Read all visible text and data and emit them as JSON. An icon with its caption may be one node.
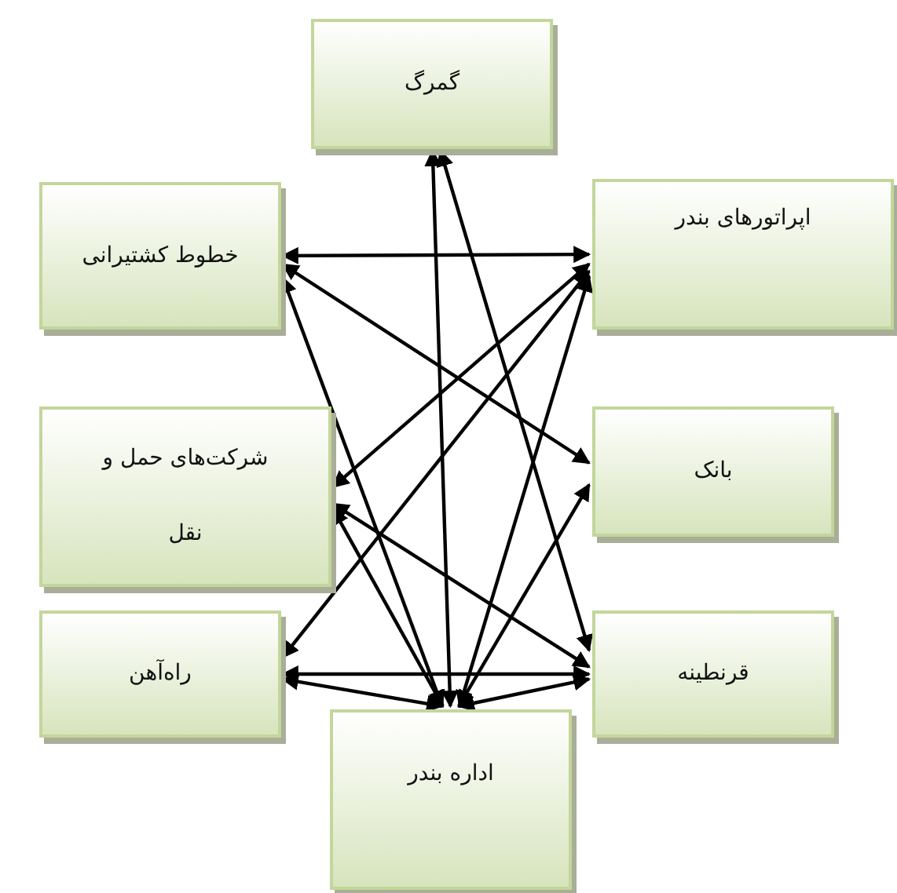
{
  "diagram": {
    "nodes": [
      {
        "text": [
          "گمرگ"
        ]
      },
      {
        "text": [
          "خطوط کشتیرانی"
        ]
      },
      {
        "text": [
          "اپراتورهای بندر"
        ]
      },
      {
        "text": [
          "شرکت‌های حمل و نقل"
        ]
      },
      {
        "text": [
          "بانک"
        ]
      },
      {
        "text": [
          "راه‌آهن"
        ]
      },
      {
        "text": [
          "قرنطینه"
        ]
      },
      {
        "text": [
          "اداره بندر"
        ]
      }
    ],
    "edges": [
      {
        "from": 1,
        "to": 2,
        "arrow": "both"
      },
      {
        "from": 7,
        "to": 0,
        "arrow": "both"
      },
      {
        "from": 0,
        "to": 6,
        "arrow": "both"
      },
      {
        "from": 1,
        "to": 4,
        "arrow": "both"
      },
      {
        "from": 1,
        "to": 7,
        "arrow": "both"
      },
      {
        "from": 2,
        "to": 3,
        "arrow": "both"
      },
      {
        "from": 2,
        "to": 5,
        "arrow": "both"
      },
      {
        "from": 2,
        "to": 7,
        "arrow": "both"
      },
      {
        "from": 3,
        "to": 6,
        "arrow": "both"
      },
      {
        "from": 7,
        "to": 3,
        "arrow": "both"
      },
      {
        "from": 7,
        "to": 4,
        "arrow": "both"
      },
      {
        "from": 5,
        "to": 6,
        "arrow": "both"
      },
      {
        "from": 7,
        "to": 5,
        "arrow": "both"
      },
      {
        "from": 7,
        "to": 6,
        "arrow": "both"
      }
    ]
  }
}
